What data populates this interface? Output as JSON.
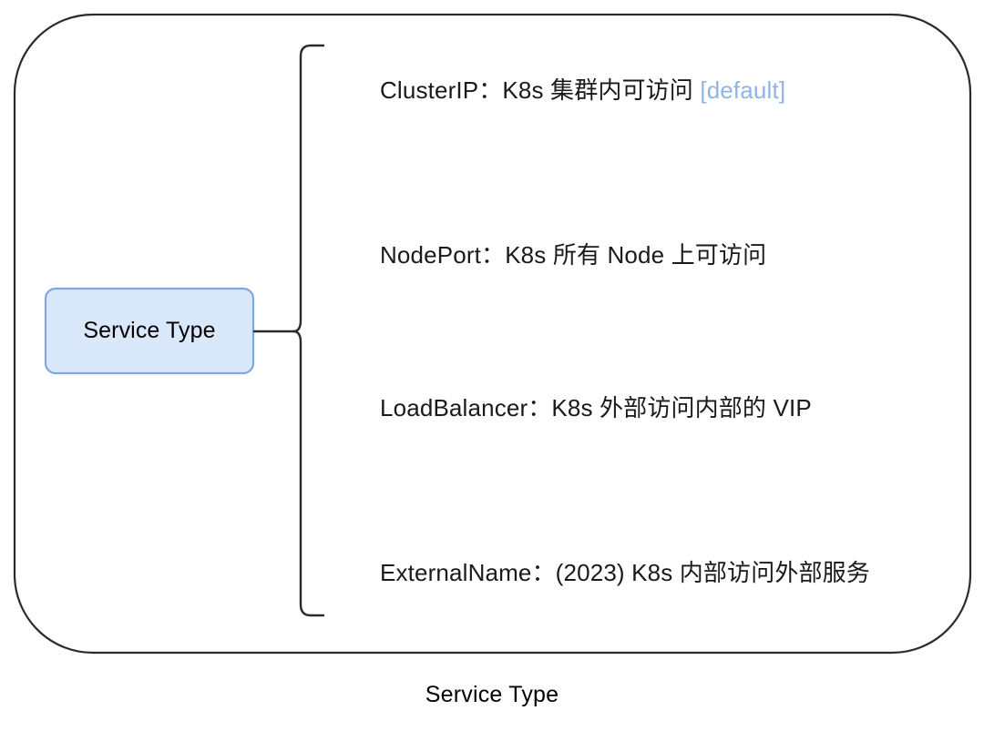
{
  "diagram": {
    "title": "Service Type",
    "caption": "Service Type",
    "root_node": {
      "label": "Service Type",
      "fill_color": "#dae8fc",
      "stroke_color": "#7ea6e0"
    },
    "outer_frame": {
      "stroke_color": "#2b2b2b",
      "fill_color": "#ffffff"
    },
    "brace": {
      "stroke_color": "#2b2b2b"
    },
    "branches": [
      {
        "name": "clusterip",
        "text": "ClusterIP：K8s 集群内可访问 ",
        "tag": "[default]",
        "tag_color": "#90b3e8"
      },
      {
        "name": "nodeport",
        "text": "NodePort：K8s 所有 Node 上可访问",
        "tag": "",
        "tag_color": "#90b3e8"
      },
      {
        "name": "loadbalancer",
        "text": "LoadBalancer：K8s 外部访问内部的 VIP",
        "tag": "",
        "tag_color": "#90b3e8"
      },
      {
        "name": "externalname",
        "text": "ExternalName：(2023) K8s 内部访问外部服务",
        "tag": "",
        "tag_color": "#90b3e8"
      }
    ]
  }
}
